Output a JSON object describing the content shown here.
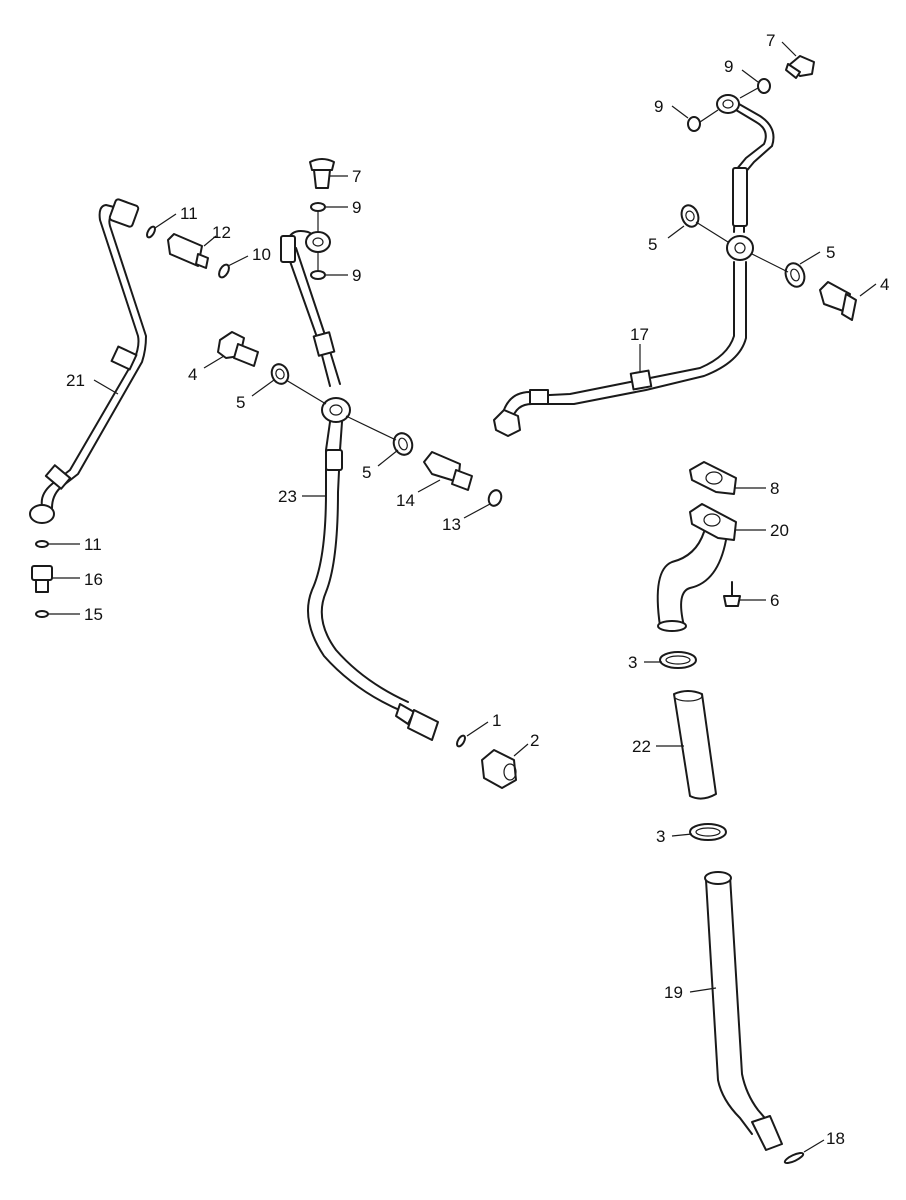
{
  "callouts": {
    "c1": "1",
    "c2": "2",
    "c3a": "3",
    "c3b": "3",
    "c4a": "4",
    "c4b": "4",
    "c5a": "5",
    "c5b": "5",
    "c5c": "5",
    "c5d": "5",
    "c6": "6",
    "c7a": "7",
    "c7b": "7",
    "c8": "8",
    "c9a": "9",
    "c9b": "9",
    "c9c": "9",
    "c9d": "9",
    "c10": "10",
    "c11a": "11",
    "c11b": "11",
    "c12": "12",
    "c13": "13",
    "c14": "14",
    "c15": "15",
    "c16": "16",
    "c17": "17",
    "c18": "18",
    "c19": "19",
    "c20": "20",
    "c21": "21",
    "c22": "22",
    "c23": "23"
  }
}
